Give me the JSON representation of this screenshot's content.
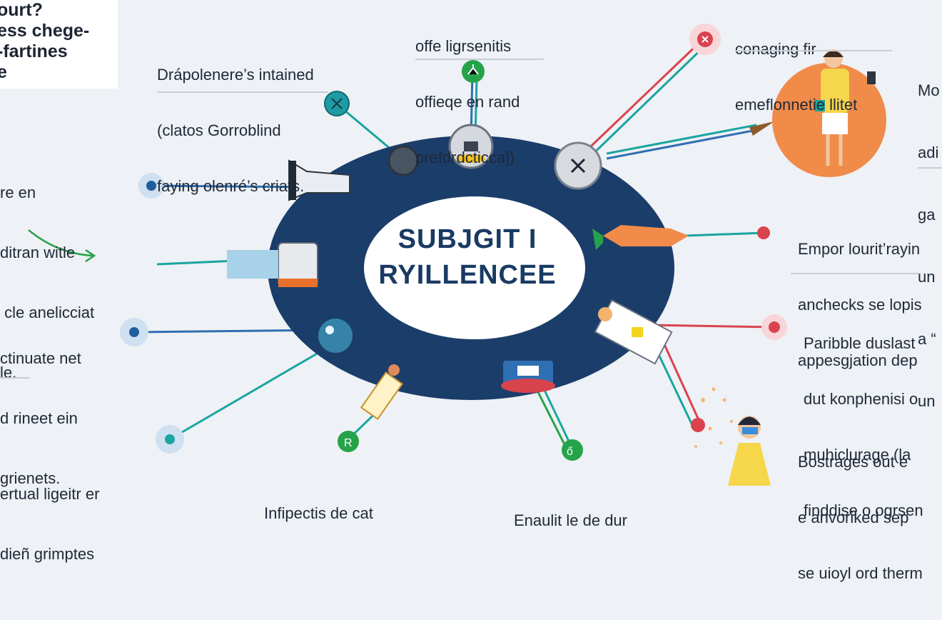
{
  "hub": {
    "line1": "SUBJGIT I",
    "line2": "RYILLENCEE"
  },
  "corner_box": {
    "lines": [
      "ourt?",
      "ess chege-",
      "-fartines",
      "e"
    ]
  },
  "labels": {
    "top_left": [
      "Drápolenere’s intained",
      "(clatos Gorroblind",
      "faying olenré’s criats."
    ],
    "top_center": [
      "offe ligrsenitis",
      "offieqe en rand",
      "prefdrdcticca])"
    ],
    "top_right": [
      "conaging fir",
      "emeflonnetie llitet"
    ],
    "far_right_top": [
      "Mo",
      "adi",
      "ga",
      "un",
      "a “",
      "un"
    ],
    "left_upper": [
      "re en",
      "ditran witle",
      " cle anelicciat",
      "le."
    ],
    "left_middle": [
      "ctinuate net",
      "d rineet ein",
      "grienets."
    ],
    "left_lower": [
      "ertual ligeitr er",
      "dieñ grimptes"
    ],
    "right_upper": [
      "Empor lourit’rayin",
      "anchecks se lopis",
      "appesgjation dep"
    ],
    "right_middle": [
      "Paribble duslast",
      "dut konphenisi o",
      "muhiclurage (la",
      "finddise o ogrsen"
    ],
    "right_lower": [
      "Bostrages out e",
      "e anvoriked sep",
      "se uioyl ord therm"
    ],
    "bottom_center_left": [
      "Infipectis de cat"
    ],
    "bottom_center_right": [
      "Enaulit le de dur"
    ]
  },
  "colors": {
    "background": "#eef1f5",
    "hub_ring": "#1b3d6a",
    "hub_center": "#ffffff",
    "hub_text": "#193a63",
    "line_teal": "#1aa5a0",
    "line_blue": "#2f6fb3",
    "line_red": "#d9434e",
    "accent_green": "#26a34a",
    "accent_orange": "#f08b4a"
  }
}
